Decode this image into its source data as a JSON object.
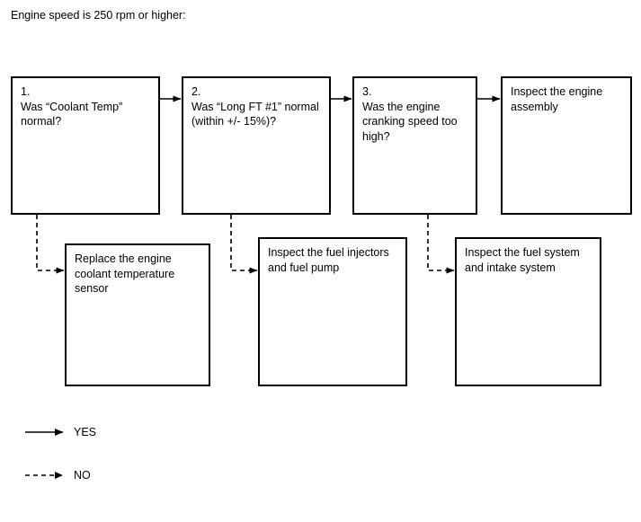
{
  "diagram": {
    "title": "Engine speed is 250 rpm or higher:",
    "nodes": [
      {
        "id": "node-1",
        "label": "1.\nWas “Coolant Temp” normal?"
      },
      {
        "id": "node-2",
        "label": "2.\nWas “Long FT #1” normal (within +/- 15%)?"
      },
      {
        "id": "node-3",
        "label": "3.\nWas the engine cranking speed too high?"
      },
      {
        "id": "node-4",
        "label": "Inspect the engine assembly"
      },
      {
        "id": "node-5",
        "label": "Replace the engine coolant temperature sensor"
      },
      {
        "id": "node-6",
        "label": "Inspect the fuel injectors and fuel pump"
      },
      {
        "id": "node-7",
        "label": "Inspect the fuel system and intake system"
      }
    ],
    "edges": [
      {
        "from": "node-1",
        "to": "node-2",
        "type": "yes"
      },
      {
        "from": "node-2",
        "to": "node-3",
        "type": "yes"
      },
      {
        "from": "node-3",
        "to": "node-4",
        "type": "yes"
      },
      {
        "from": "node-1",
        "to": "node-5",
        "type": "no"
      },
      {
        "from": "node-2",
        "to": "node-6",
        "type": "no"
      },
      {
        "from": "node-3",
        "to": "node-7",
        "type": "no"
      }
    ],
    "legend": [
      {
        "key": "yes",
        "label": "YES",
        "style": "solid"
      },
      {
        "key": "no",
        "label": "NO",
        "style": "dashed"
      }
    ],
    "colors": {
      "stroke": "#000000",
      "background": "#ffffff",
      "text": "#000000"
    }
  }
}
